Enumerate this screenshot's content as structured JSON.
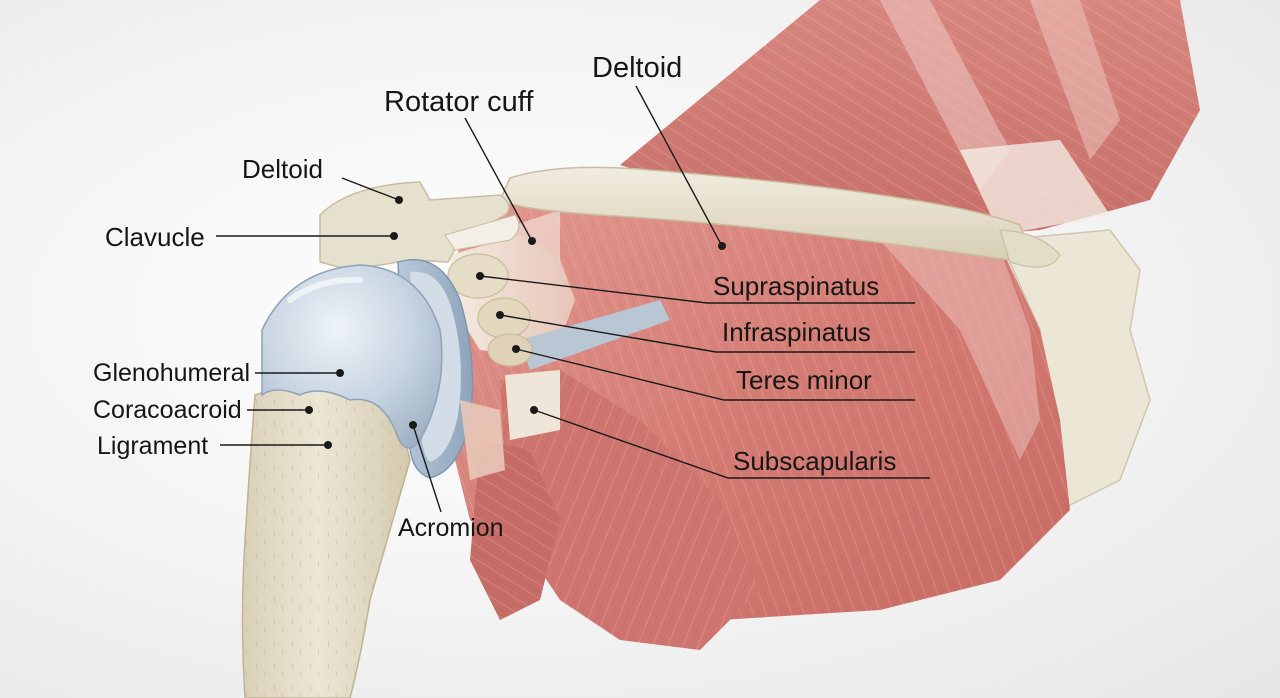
{
  "labels": {
    "deltoid_top": "Deltoid",
    "rotator_cuff": "Rotator cuff",
    "deltoid_left": "Deltoid",
    "clavucle": "Clavucle",
    "glenohumeral": "Glenohumeral",
    "coracoacroid": "Coracoacroid",
    "ligrament": "Ligrament",
    "acromion": "Acromion",
    "supraspinatus": "Supraspinatus",
    "infraspinatus": "Infraspinatus",
    "teres_minor": "Teres minor",
    "subscapularis": "Subscapularis"
  },
  "colors": {
    "muscle": "#d8817a",
    "muscle_light": "#eab3ab",
    "muscle_dark": "#b55a55",
    "bone": "#e9e3d2",
    "bone_shadow": "#cfc6ad",
    "cartilage": "#c9d5e2",
    "leader_line": "#1a1a1a"
  }
}
